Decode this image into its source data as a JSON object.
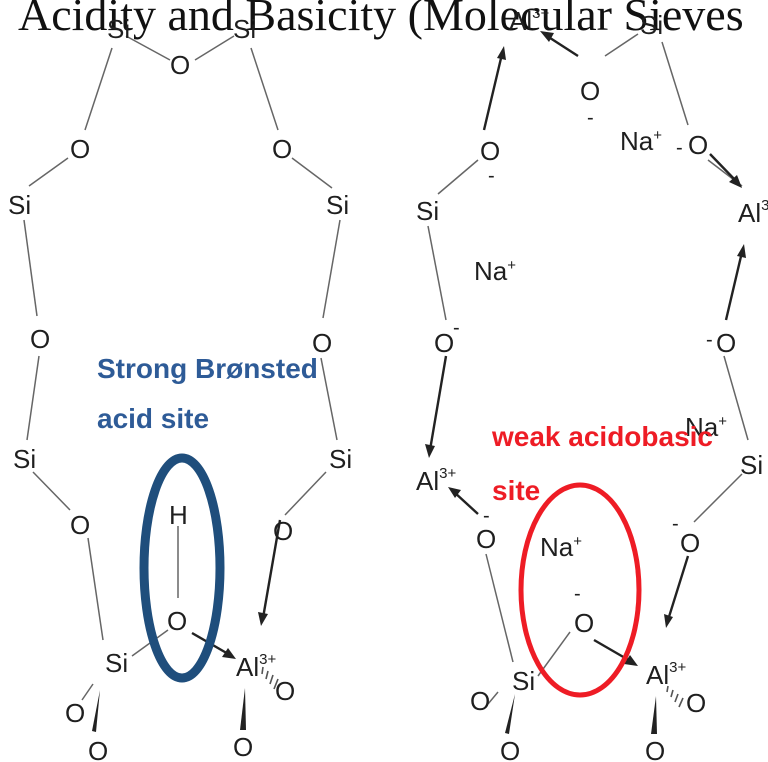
{
  "header": {
    "title": "Acidity and Basicity (Molecular Sieves"
  },
  "left_panel": {
    "label_line1": "Strong Brønsted",
    "label_line2": "acid site",
    "ring_color": "#1f4e7c",
    "label_color": "#2e5b97"
  },
  "right_panel": {
    "label_line1": "weak acidobasic",
    "label_line2": "site",
    "ring_color": "#ee1c25",
    "label_color": "#ee1c25"
  },
  "atoms": {
    "si": "Si",
    "o": "O",
    "h": "H",
    "al": "Al",
    "al_charge": "3+",
    "na": "Na",
    "na_charge": "+",
    "minus": "-"
  }
}
